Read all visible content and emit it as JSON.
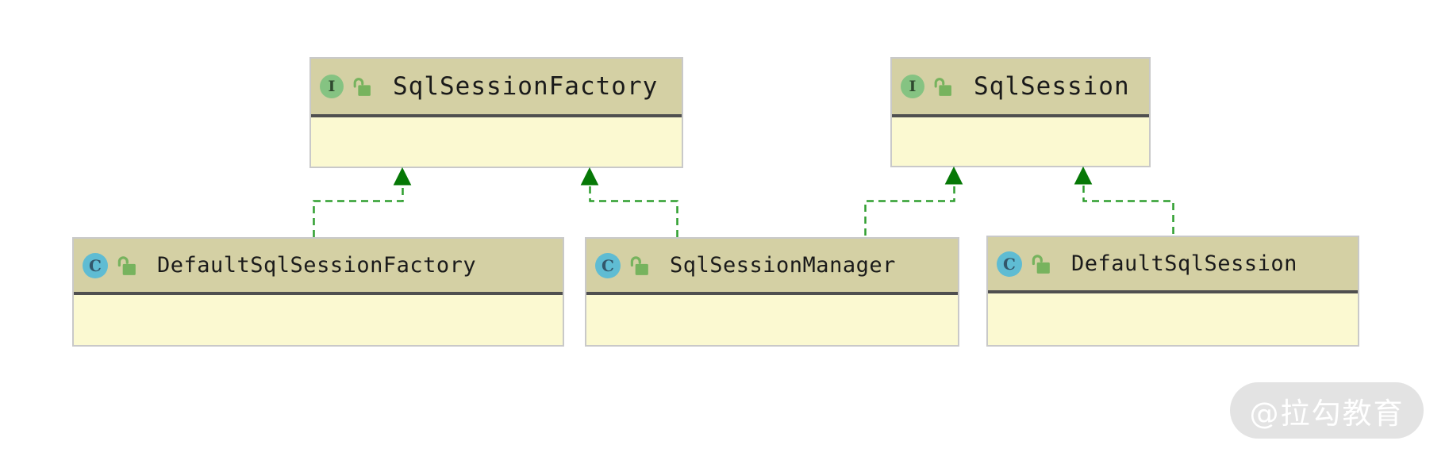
{
  "diagram": {
    "nodes": [
      {
        "id": "SqlSessionFactory",
        "type": "interface",
        "icon_letter": "I",
        "lock_state": "unlocked",
        "label": "SqlSessionFactory"
      },
      {
        "id": "SqlSession",
        "type": "interface",
        "icon_letter": "I",
        "lock_state": "unlocked",
        "label": "SqlSession"
      },
      {
        "id": "DefaultSqlSessionFactory",
        "type": "class",
        "icon_letter": "C",
        "lock_state": "unlocked",
        "label": "DefaultSqlSessionFactory"
      },
      {
        "id": "SqlSessionManager",
        "type": "class",
        "icon_letter": "C",
        "lock_state": "unlocked",
        "label": "SqlSessionManager"
      },
      {
        "id": "DefaultSqlSession",
        "type": "class",
        "icon_letter": "C",
        "lock_state": "unlocked",
        "label": "DefaultSqlSession"
      }
    ],
    "edges": [
      {
        "from": "DefaultSqlSessionFactory",
        "to": "SqlSessionFactory",
        "type": "implements",
        "style": "dashed-green-hollowless-triangle"
      },
      {
        "from": "SqlSessionManager",
        "to": "SqlSessionFactory",
        "type": "implements",
        "style": "dashed-green-hollowless-triangle"
      },
      {
        "from": "SqlSessionManager",
        "to": "SqlSession",
        "type": "implements",
        "style": "dashed-green-hollowless-triangle"
      },
      {
        "from": "DefaultSqlSession",
        "to": "SqlSession",
        "type": "implements",
        "style": "dashed-green-hollowless-triangle"
      }
    ],
    "colors": {
      "node_header_bg": "#d4d0a4",
      "node_body_bg": "#fbf9d1",
      "node_border": "#c9c9c9",
      "node_separator": "#4f4f4f",
      "interface_icon_bg": "#85c382",
      "interface_icon_letter": "#2f4a2f",
      "class_icon_bg": "#5fbcd3",
      "class_icon_letter": "#33576b",
      "lock_icon": "#77b35e",
      "edge_line": "#2f9e2f",
      "edge_arrow": "#067806"
    },
    "watermark": {
      "text": "@拉勾教育"
    }
  }
}
